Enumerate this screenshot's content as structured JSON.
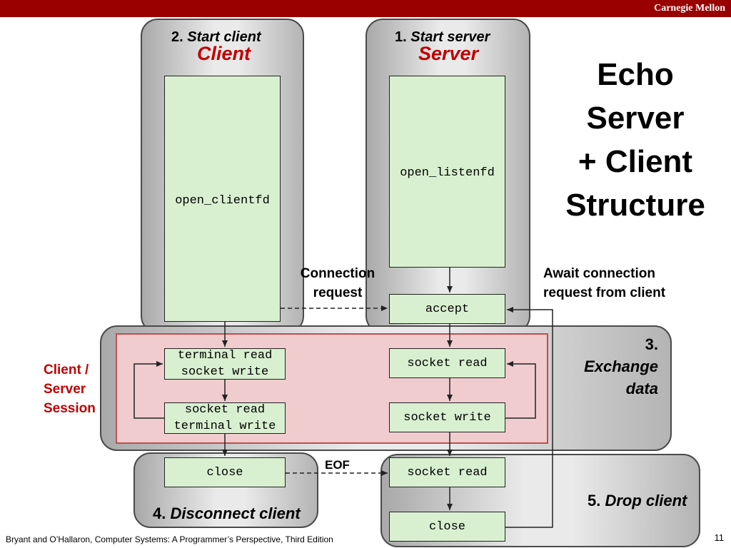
{
  "header": {
    "brand": "Carnegie Mellon"
  },
  "title": {
    "lines": [
      "Echo",
      "Server",
      "+ Client",
      "Structure"
    ]
  },
  "client": {
    "step_num": "2.",
    "step_label": "Start client",
    "title": "Client",
    "open_call": "open_clientfd"
  },
  "server": {
    "step_num": "1.",
    "step_label": "Start server",
    "title": "Server",
    "open_call": "open_listenfd",
    "accept": "accept"
  },
  "labels": {
    "connection_request": "Connection\nrequest",
    "await": "Await connection\nrequest from client",
    "session": "Client /\nServer\nSession",
    "eof": "EOF"
  },
  "exchange": {
    "step_num": "3.",
    "step_label": "Exchange",
    "step_label2": "data",
    "client_top": "terminal read\nsocket write",
    "client_bottom": "socket read\nterminal write",
    "server_top": "socket read",
    "server_bottom": "socket write"
  },
  "disconnect": {
    "step_num": "4.",
    "step_label": "Disconnect client",
    "close": "close"
  },
  "drop": {
    "step_num": "5.",
    "step_label": "Drop client",
    "socket_read": "socket read",
    "close": "close"
  },
  "footer": {
    "citation": "Bryant and O’Hallaron, Computer Systems: A Programmer’s Perspective, Third Edition",
    "page": "11"
  }
}
